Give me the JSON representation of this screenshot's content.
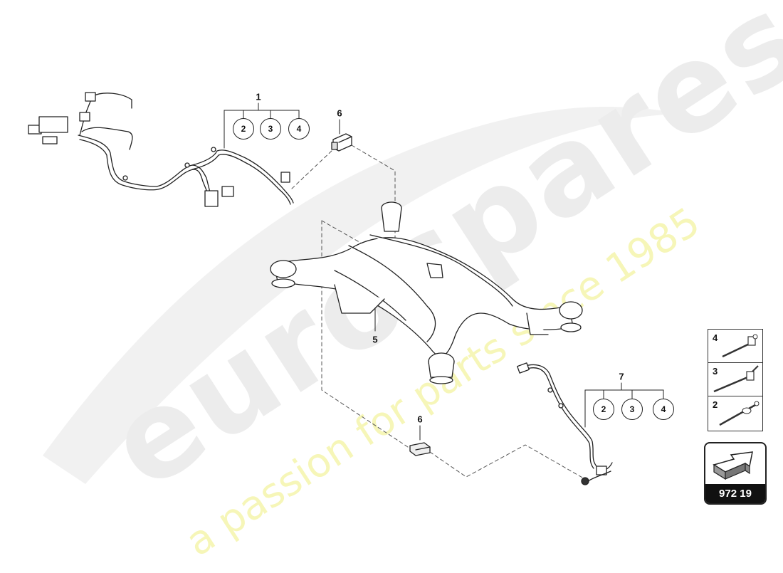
{
  "diagram": {
    "type": "exploded parts diagram",
    "subject": "Rear axle subframe with wiring harnesses and control units"
  },
  "callouts": {
    "harness_left": {
      "number": "1",
      "subparts": [
        "2",
        "3",
        "4"
      ]
    },
    "control_unit_top": {
      "number": "6"
    },
    "subframe": {
      "number": "5"
    },
    "harness_right": {
      "number": "7",
      "subparts": [
        "2",
        "3",
        "4"
      ]
    },
    "control_unit_bottom": {
      "number": "6"
    }
  },
  "legend": {
    "items": [
      {
        "number": "4",
        "icon": "cable-tie-clip-type-4"
      },
      {
        "number": "3",
        "icon": "cable-tie-clip-type-3"
      },
      {
        "number": "2",
        "icon": "cable-tie-clip-type-2"
      }
    ]
  },
  "navigation": {
    "icon": "arrow-3d-icon",
    "code": "972 19"
  },
  "watermark": {
    "brand": "eurospares",
    "tagline": "a passion for parts since 1985",
    "brand_color": "#e6e6e6",
    "tagline_color": "#f5f5b0"
  }
}
